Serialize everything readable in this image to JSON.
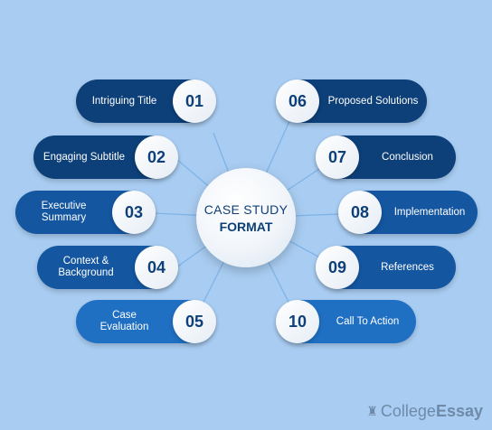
{
  "center": {
    "line1": "CASE STUDY",
    "line2": "FORMAT"
  },
  "items": [
    {
      "num": "01",
      "label": "Intriguing Title"
    },
    {
      "num": "02",
      "label": "Engaging Subtitle"
    },
    {
      "num": "03",
      "label": "Executive\nSummary"
    },
    {
      "num": "04",
      "label": "Context &\nBackground"
    },
    {
      "num": "05",
      "label": "Case\nEvaluation"
    },
    {
      "num": "06",
      "label": "Proposed Solutions"
    },
    {
      "num": "07",
      "label": "Conclusion"
    },
    {
      "num": "08",
      "label": "Implementation"
    },
    {
      "num": "09",
      "label": "References"
    },
    {
      "num": "10",
      "label": "Call To Action"
    }
  ],
  "logo": {
    "part1": "College",
    "part2": "Essay",
    "icon": "college-cap-icon"
  },
  "colors": {
    "background": "#a9cdf2",
    "pill_dark": "#0d3f78",
    "pill_mid": "#1456a0",
    "pill_light": "#1f6fc2",
    "connector": "#7fb3e6"
  }
}
